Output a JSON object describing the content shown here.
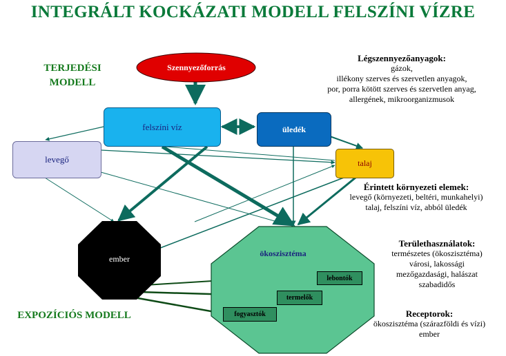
{
  "title": "INTEGRÁLT KOCKÁZATI MODELL FELSZÍNI VÍZRE",
  "models": {
    "transport": [
      "TERJEDÉSI",
      "MODELL"
    ],
    "exposure": "EXPOZÍCIÓS MODELL"
  },
  "nodes": {
    "source": "Szennyezőforrás",
    "surface_water": "felszíni víz",
    "sediment": "üledék",
    "air": "levegő",
    "soil": "talaj",
    "human": "ember",
    "ecosystem": "ökoszisztéma",
    "decomposers": "lebontók",
    "producers": "termelők",
    "consumers": "fogyasztók"
  },
  "info": {
    "air_pollutants": {
      "heading": "Légszennyezőanyagok:",
      "lines": [
        "gázok,",
        "illékony szerves és szervetlen anyagok,",
        "por, porra kötött szerves és szervetlen anyag,",
        "allergének, mikroorganizmusok"
      ]
    },
    "affected_elements": {
      "heading": "Érintett környezeti elemek:",
      "lines": [
        "levegő (környezeti, beltéri, munkahelyi)",
        "talaj, felszíni víz, abból üledék"
      ]
    },
    "land_use": {
      "heading": "Területhasználatok:",
      "lines": [
        "természetes (ökoszisztéma)",
        "városi, lakossági",
        "mezőgazdasági, halászat",
        "szabadidős"
      ]
    },
    "receptors": {
      "heading": "Receptorok:",
      "lines": [
        "ökoszisztéma (szárazföldi és vízi)",
        "ember"
      ]
    }
  },
  "colors": {
    "title_green": "#0b7a3a",
    "source_red": "#e00000",
    "surface_water_blue": "#19b2ee",
    "sediment_blue": "#0a6bbf",
    "air_lavender": "#d6d6f2",
    "soil_gold": "#f7c307",
    "human_black": "#000000",
    "ecosystem_green": "#5bc592",
    "arrow_teal": "#0d6b5e",
    "arrow_dark_green": "#0e4a16"
  }
}
